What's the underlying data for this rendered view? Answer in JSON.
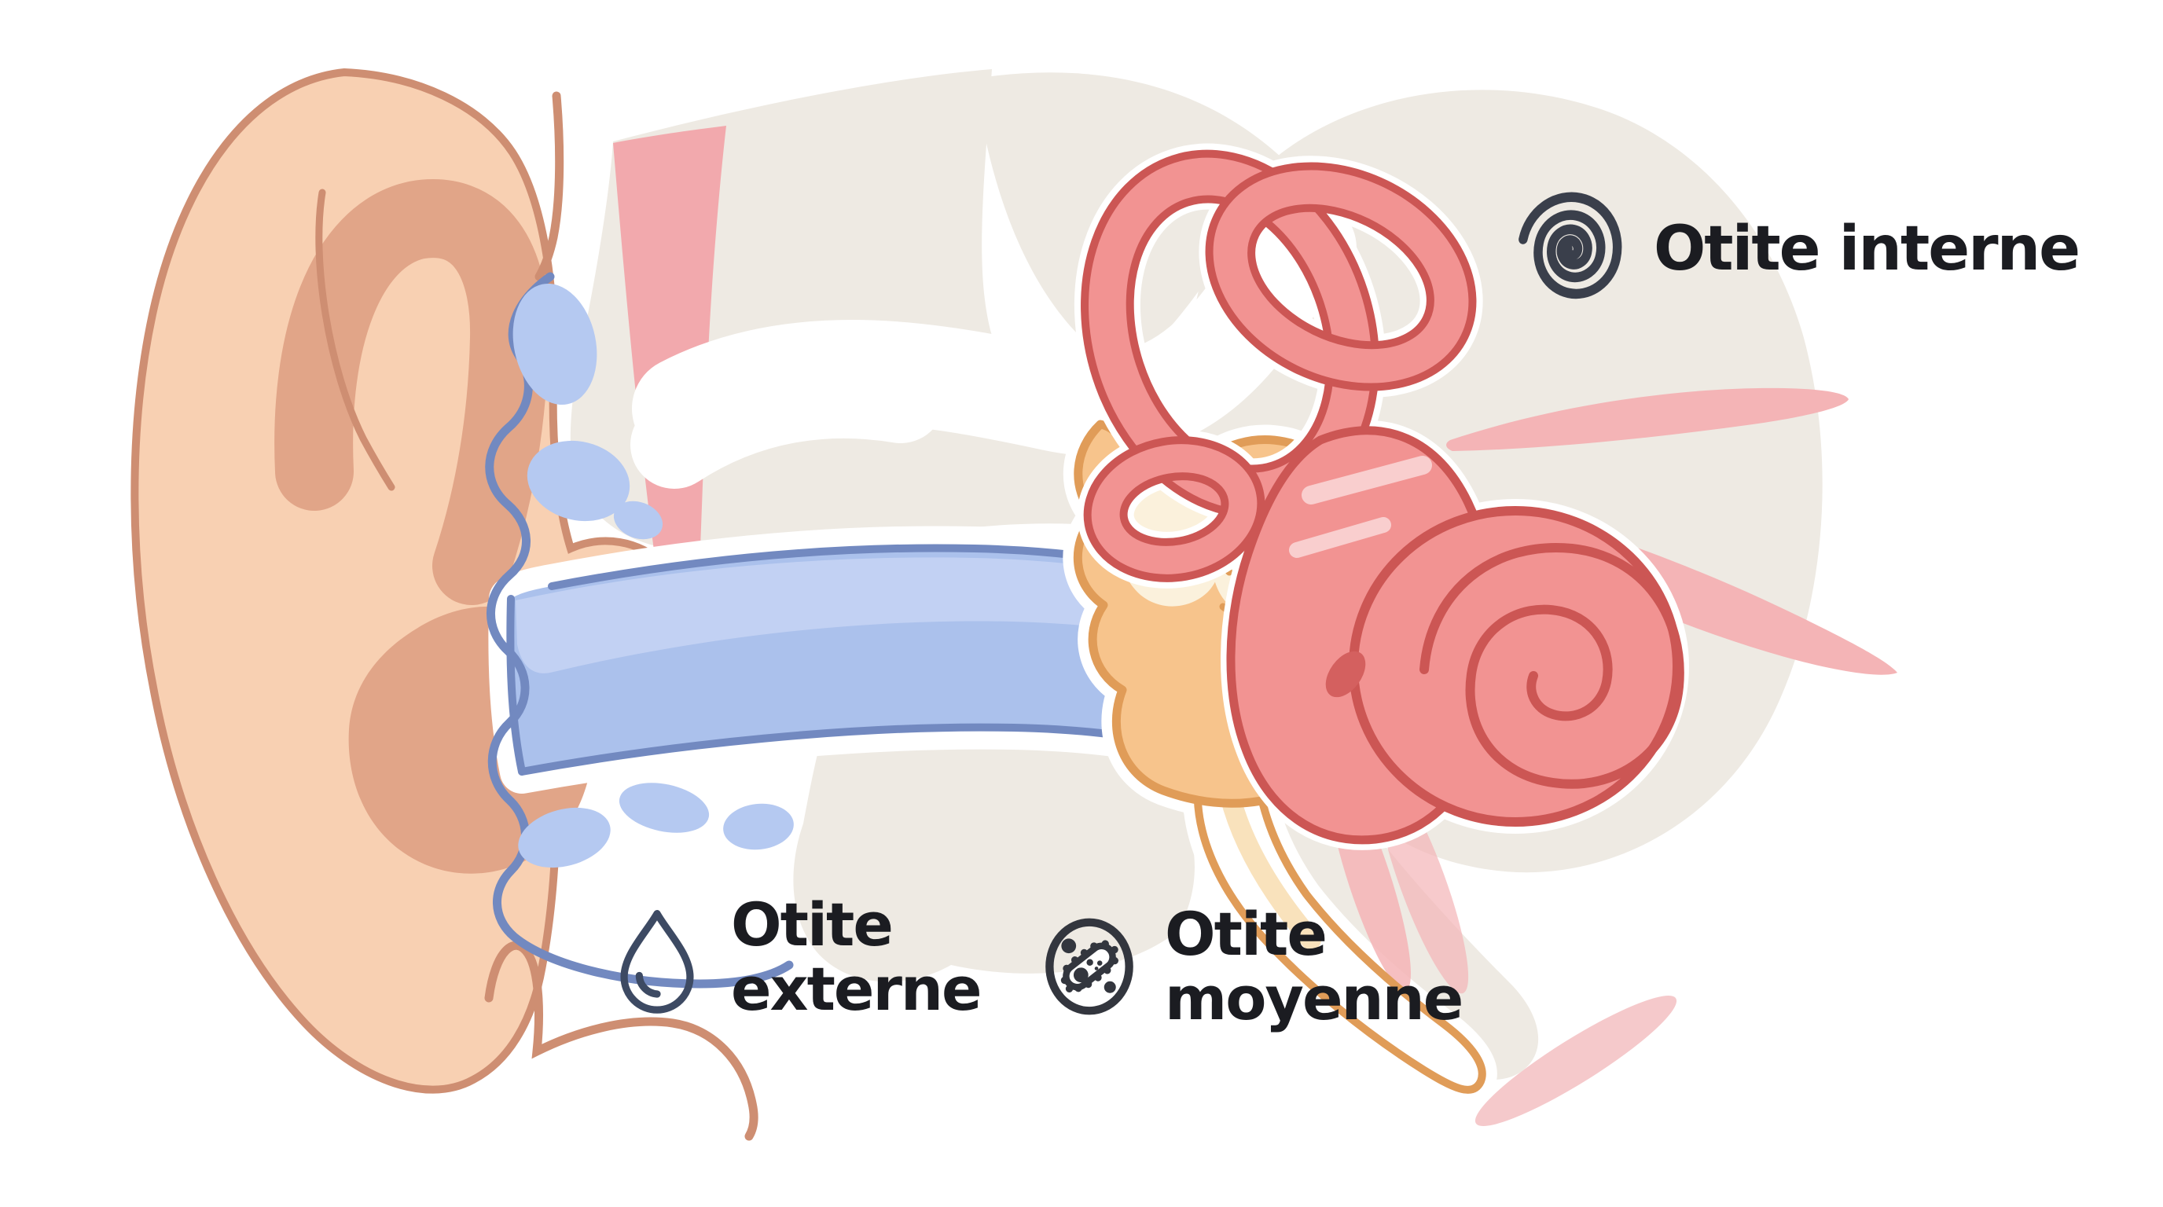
{
  "diagram": {
    "kind": "ear-anatomy-cross-section",
    "language": "fr"
  },
  "labels": {
    "interne": {
      "text": "Otite interne",
      "icon": "spiral-icon"
    },
    "externe": {
      "line1": "Otite",
      "line2": "externe",
      "icon": "water-drop-icon"
    },
    "moyenne": {
      "line1": "Otite",
      "line2": "moyenne",
      "icon": "bacteria-icon"
    }
  },
  "palette": {
    "background": "#ffffff",
    "text": "#1b1c21",
    "skin": "#f8d0b2",
    "skin-shade": "#e1a588",
    "skin-outline": "#ce8e72",
    "canal-blue": "#abc1ec",
    "canal-light": "#c6d4f4",
    "canal-edge": "#7289c0",
    "canal-blob": "#b5c9f1",
    "eardrum-fill": "#bac4d6",
    "eardrum-edge": "#6f86b8",
    "bone-orange": "#f7c48c",
    "bone-outline": "#e09c58",
    "bone-cream": "#fbf1dc",
    "inner-pink": "#f29392",
    "inner-outline": "#cc5654",
    "nerve-pink": "#f4b4b6",
    "tissue-beige": "#eeeae3",
    "stripe-pink": "#f2a9ad",
    "icon-dark": "#3a3f4b"
  }
}
